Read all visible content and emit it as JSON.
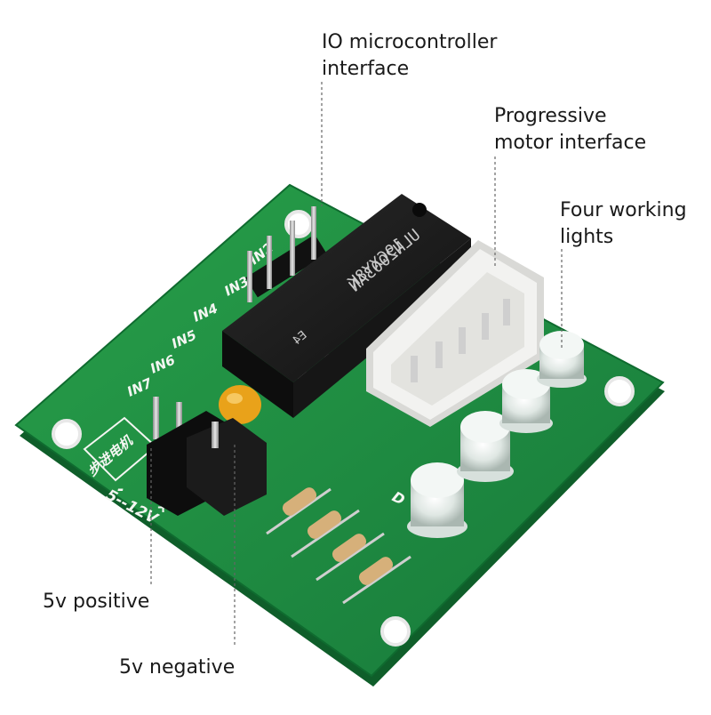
{
  "callouts": {
    "io_interface": {
      "line1": "IO microcontroller",
      "line2": "interface"
    },
    "motor_interface": {
      "line1": "Progressive",
      "line2": "motor interface"
    },
    "working_lights": {
      "line1": "Four working",
      "line2": "lights"
    },
    "positive": {
      "text": "5v positive"
    },
    "negative": {
      "text": "5v negative"
    }
  },
  "board": {
    "pin_labels": [
      "IN2",
      "IN3",
      "IN4",
      "IN5",
      "IN6",
      "IN7"
    ],
    "voltage_label": "5--12V",
    "power_label": "步进电机",
    "minus_sign": "-",
    "plus_sign": "+",
    "led_marker": "D",
    "chip_line1": "ULN2003AN",
    "chip_line2": "19CXY8K",
    "chip_line3": "E4"
  },
  "colors": {
    "pcb": "#1f8a3e",
    "silkscreen": "#f4f6f2",
    "chip": "#1c1c1c",
    "connector": "#f2f2f0",
    "capacitor": "#e9a21a",
    "leader_line": "#666666"
  }
}
